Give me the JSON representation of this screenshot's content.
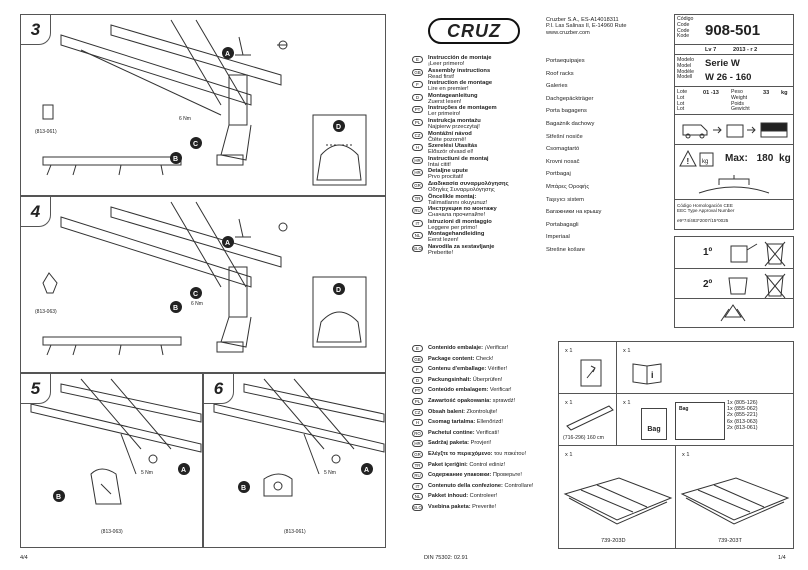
{
  "left_panel": {
    "steps": [
      {
        "number": "3",
        "ref": "(813-061)",
        "torque": "6 Nm",
        "label_a": "A",
        "label_b": "B",
        "label_c": "C",
        "label_d": "D"
      },
      {
        "number": "4",
        "ref": "(813-063)",
        "torque": "6 Nm",
        "label_a": "A",
        "label_b": "B",
        "label_c": "C",
        "label_d": "D"
      },
      {
        "number": "5",
        "ref": "(813-063)",
        "torque": "5 Nm",
        "label_a": "A",
        "label_b": "B"
      },
      {
        "number": "6",
        "ref": "(813-061)",
        "torque": "5 Nm",
        "label_a": "A",
        "label_b": "B"
      }
    ],
    "page_number": "4/4"
  },
  "header": {
    "logo": "CRUZ",
    "company_line1": "Cruzber S.A., ES-A14018311",
    "company_line2": "P.I. Las Salinas II, E-14960 Rute",
    "company_line3": "www.cruzber.com",
    "code_labels": [
      "Código",
      "Code",
      "Code",
      "Kode"
    ],
    "code_value": "908-501",
    "lv": "Lv 7",
    "date": "2013 - r 2",
    "model_labels": [
      "Modelo",
      "Model",
      "Modèle",
      "Modell"
    ],
    "series": "Serie W",
    "model_range": "W 26 - 160",
    "lote_labels": [
      "Lote",
      "Lot",
      "Lot",
      "Lot"
    ],
    "lote_value": "01 -13",
    "peso_labels": [
      "Peso",
      "Weight",
      "Poids",
      "Gewicht"
    ],
    "peso_value": "33",
    "peso_unit": "kg",
    "max_label": "Max:",
    "max_value": "180",
    "max_unit": "kg",
    "kg_icon_text": "kg",
    "homologation_1": "Código Homologación CEE",
    "homologation_2": "EEC Type Approval Number",
    "homologation_3": "e9*74/483*2007/15*0025",
    "step1": "1º",
    "step2": "2º"
  },
  "languages": [
    {
      "code": "E",
      "title": "Instrucción de montaje",
      "sub": "¡Leer primero!",
      "right": "Portaequipajes"
    },
    {
      "code": "GB",
      "title": "Assembly instructions",
      "sub": "Read first!",
      "right": "Roof racks"
    },
    {
      "code": "F",
      "title": "Instruction de montage",
      "sub": "Lire en premier!",
      "right": "Galeries"
    },
    {
      "code": "D",
      "title": "Montageanleitung",
      "sub": "Zuerst lesen!",
      "right": "Dachgepäckträger"
    },
    {
      "code": "PT",
      "title": "Instruções de montagem",
      "sub": "Ler primeiro!",
      "right": "Porta bagagens"
    },
    {
      "code": "PL",
      "title": "Instrukcja montażu",
      "sub": "Najpierw przeczytaj!",
      "right": "Bagażnik dachowy"
    },
    {
      "code": "CZ",
      "title": "Montážní návod",
      "sub": "Čtěte pozorně!",
      "right": "Střešní nosiče"
    },
    {
      "code": "H",
      "title": "Szerelési Utasítás",
      "sub": "Először olvasd el!",
      "right": "Csomagtartó"
    },
    {
      "code": "HR",
      "title": "Instructiuni de montaj",
      "sub": "Intai citit!",
      "right": "Krovni nosač"
    },
    {
      "code": "HR",
      "title": "Detaljne upute",
      "sub": "Prvo procitati!",
      "right": "Portbagaj"
    },
    {
      "code": "GR",
      "title": "Διαδικασία συναρμολόγησης",
      "sub": "Οδηγίες Συναρμολόγησης",
      "right": "Μπάρες Οροφής"
    },
    {
      "code": "TR",
      "title": "Öncelikle montaj:",
      "sub": "Talimatlarını okuyunuz!",
      "right": "Taşıyıcı sistem"
    },
    {
      "code": "RU",
      "title": "Инструкция по монтажу",
      "sub": "Сначала прочитайте!",
      "right": "Багажники на крышу"
    },
    {
      "code": "IT",
      "title": "Istruzioni di montaggio",
      "sub": "Leggere per primo!",
      "right": "Portabagagli"
    },
    {
      "code": "NL",
      "title": "Montagehandleiding",
      "sub": "Eerst lezen!",
      "right": "Imperiaal"
    },
    {
      "code": "SLO",
      "title": "Navodila za sestavljanje",
      "sub": "Preberite!",
      "right": "Strešne košare"
    }
  ],
  "package_contents": [
    {
      "code": "E",
      "bold": "Contenido embalaje:",
      "rest": " ¡Verificar!"
    },
    {
      "code": "GB",
      "bold": "Package content:",
      "rest": " Check!"
    },
    {
      "code": "F",
      "bold": "Contenu d'emballage:",
      "rest": " Vérifier!"
    },
    {
      "code": "D",
      "bold": "Packungsinhalt:",
      "rest": " Überprüfen!"
    },
    {
      "code": "PT",
      "bold": "Conteúdo embalagem:",
      "rest": " Verificar!"
    },
    {
      "code": "PL",
      "bold": "Zawartość opakowania:",
      "rest": " sprawdź!"
    },
    {
      "code": "CZ",
      "bold": "Obsah balení:",
      "rest": " Zkontrolujte!"
    },
    {
      "code": "H",
      "bold": "Csomag tartalma:",
      "rest": " Ellenőrizd!"
    },
    {
      "code": "RO",
      "bold": "Pachetul contine:",
      "rest": " Verificati!"
    },
    {
      "code": "HR",
      "bold": "Sadržaj paketa:",
      "rest": " Provjeri!"
    },
    {
      "code": "GR",
      "bold": "Ελέγξτε το περιεχόμενο:",
      "rest": " του πακέτου!"
    },
    {
      "code": "TR",
      "bold": "Paket içeriğini:",
      "rest": " Control ediniz!"
    },
    {
      "code": "RU",
      "bold": "Содержание упаковки:",
      "rest": " Проверьте!"
    },
    {
      "code": "IT",
      "bold": "Contenuto della confezione:",
      "rest": " Controllare!"
    },
    {
      "code": "NL",
      "bold": "Pakket inhoud:",
      "rest": " Controleer!"
    },
    {
      "code": "SLO",
      "bold": "Vsebina paketa:",
      "rest": " Preverite!"
    }
  ],
  "contents_table": {
    "qty_1": "x 1",
    "qty_2": "x 1",
    "qty_3": "x 1",
    "qty_4": "x 1",
    "qty_5": "x 1",
    "qty_6": "x 1",
    "bar_length": "(716-296) 160 cm",
    "bag_label": "Bag",
    "bag_items": [
      "1x (805-126)",
      "1x (855-062)",
      "2x (855-221)",
      "6x (813-063)",
      "2x (813-061)"
    ],
    "frame_1": "739-203D",
    "frame_2": "739-203T"
  },
  "footer": {
    "din": "DIN 75302: 02.91",
    "page": "1/4"
  }
}
